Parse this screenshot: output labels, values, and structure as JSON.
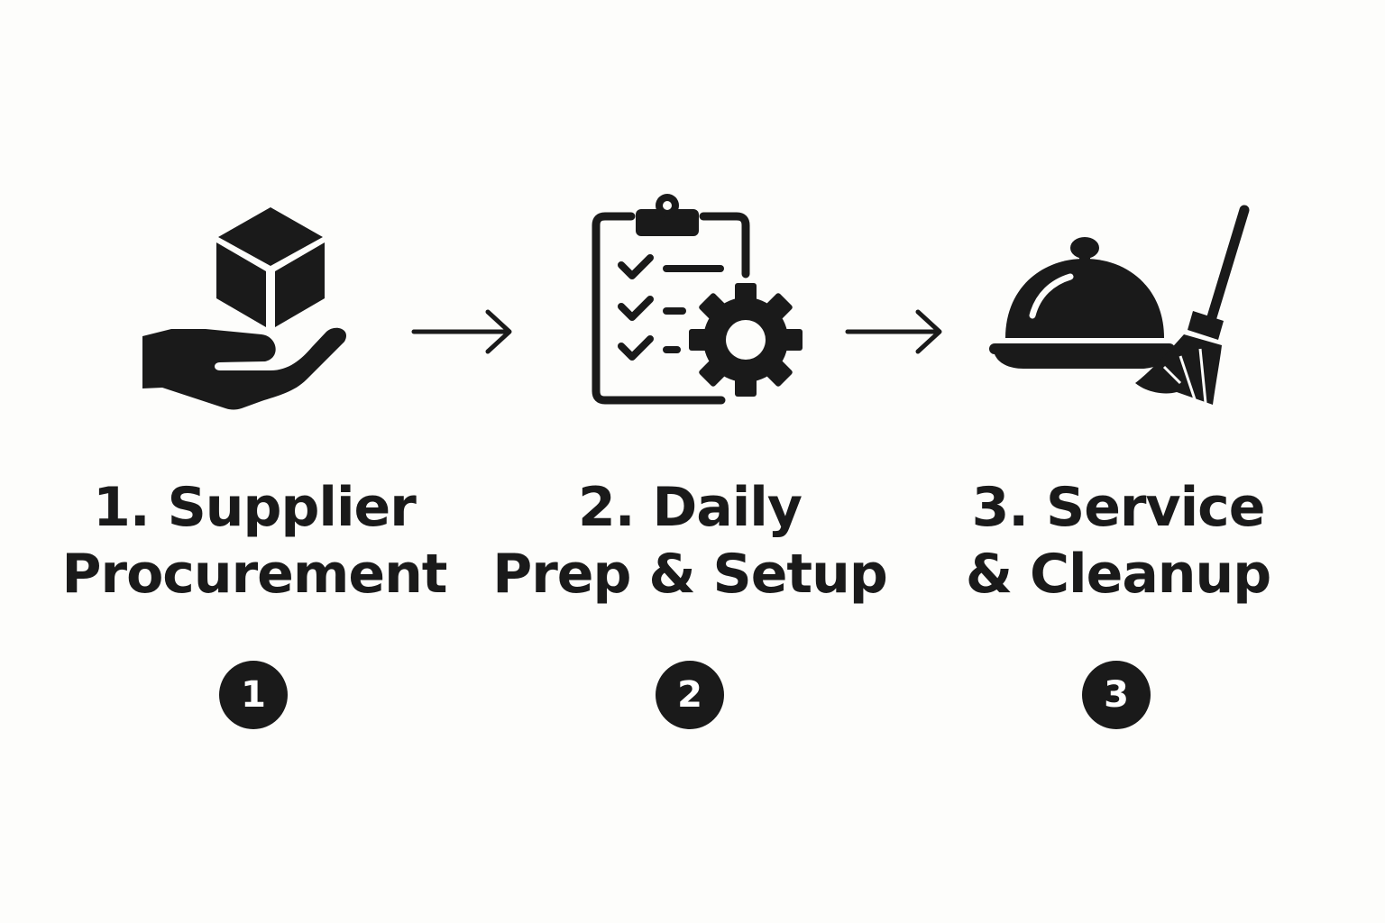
{
  "colors": {
    "ink": "#1a1a1a",
    "background": "#fdfdfb",
    "badge_text": "#ffffff"
  },
  "steps": [
    {
      "title_line1": "1. Supplier",
      "title_line2": "Procurement",
      "badge": "1",
      "icon": "hand-holding-box-icon"
    },
    {
      "title_line1": "2. Daily",
      "title_line2": "Prep & Setup",
      "badge": "2",
      "icon": "clipboard-checklist-gear-icon"
    },
    {
      "title_line1": "3. Service",
      "title_line2": "& Cleanup",
      "badge": "3",
      "icon": "cloche-and-broom-icon"
    }
  ],
  "connectors": [
    "arrow-right-icon",
    "arrow-right-icon"
  ]
}
